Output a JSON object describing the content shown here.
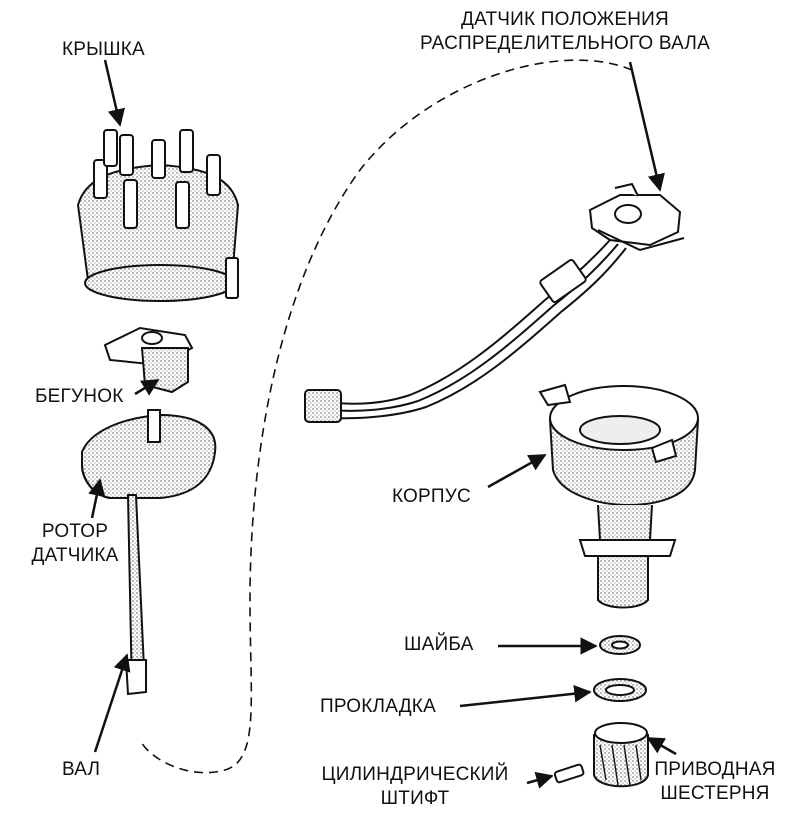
{
  "labels": {
    "cap": "КРЫШКА",
    "sensor_line1": "ДАТЧИК ПОЛОЖЕНИЯ",
    "sensor_line2": "РАСПРЕДЕЛИТЕЛЬНОГО ВАЛА",
    "rotor": "БЕГУНОК",
    "housing": "КОРПУС",
    "pickup_line1": "РОТОР",
    "pickup_line2": "ДАТЧИКА",
    "washer": "ШАЙБА",
    "gasket": "ПРОКЛАДКА",
    "shaft": "ВАЛ",
    "pin_line1": "ЦИЛИНДРИЧЕСКИЙ",
    "pin_line2": "ШТИФТ",
    "gear_line1": "ПРИВОДНАЯ",
    "gear_line2": "ШЕСТЕРНЯ"
  },
  "colors": {
    "ink": "#111111",
    "shade": "#b8b8b8",
    "paper": "#ffffff"
  }
}
